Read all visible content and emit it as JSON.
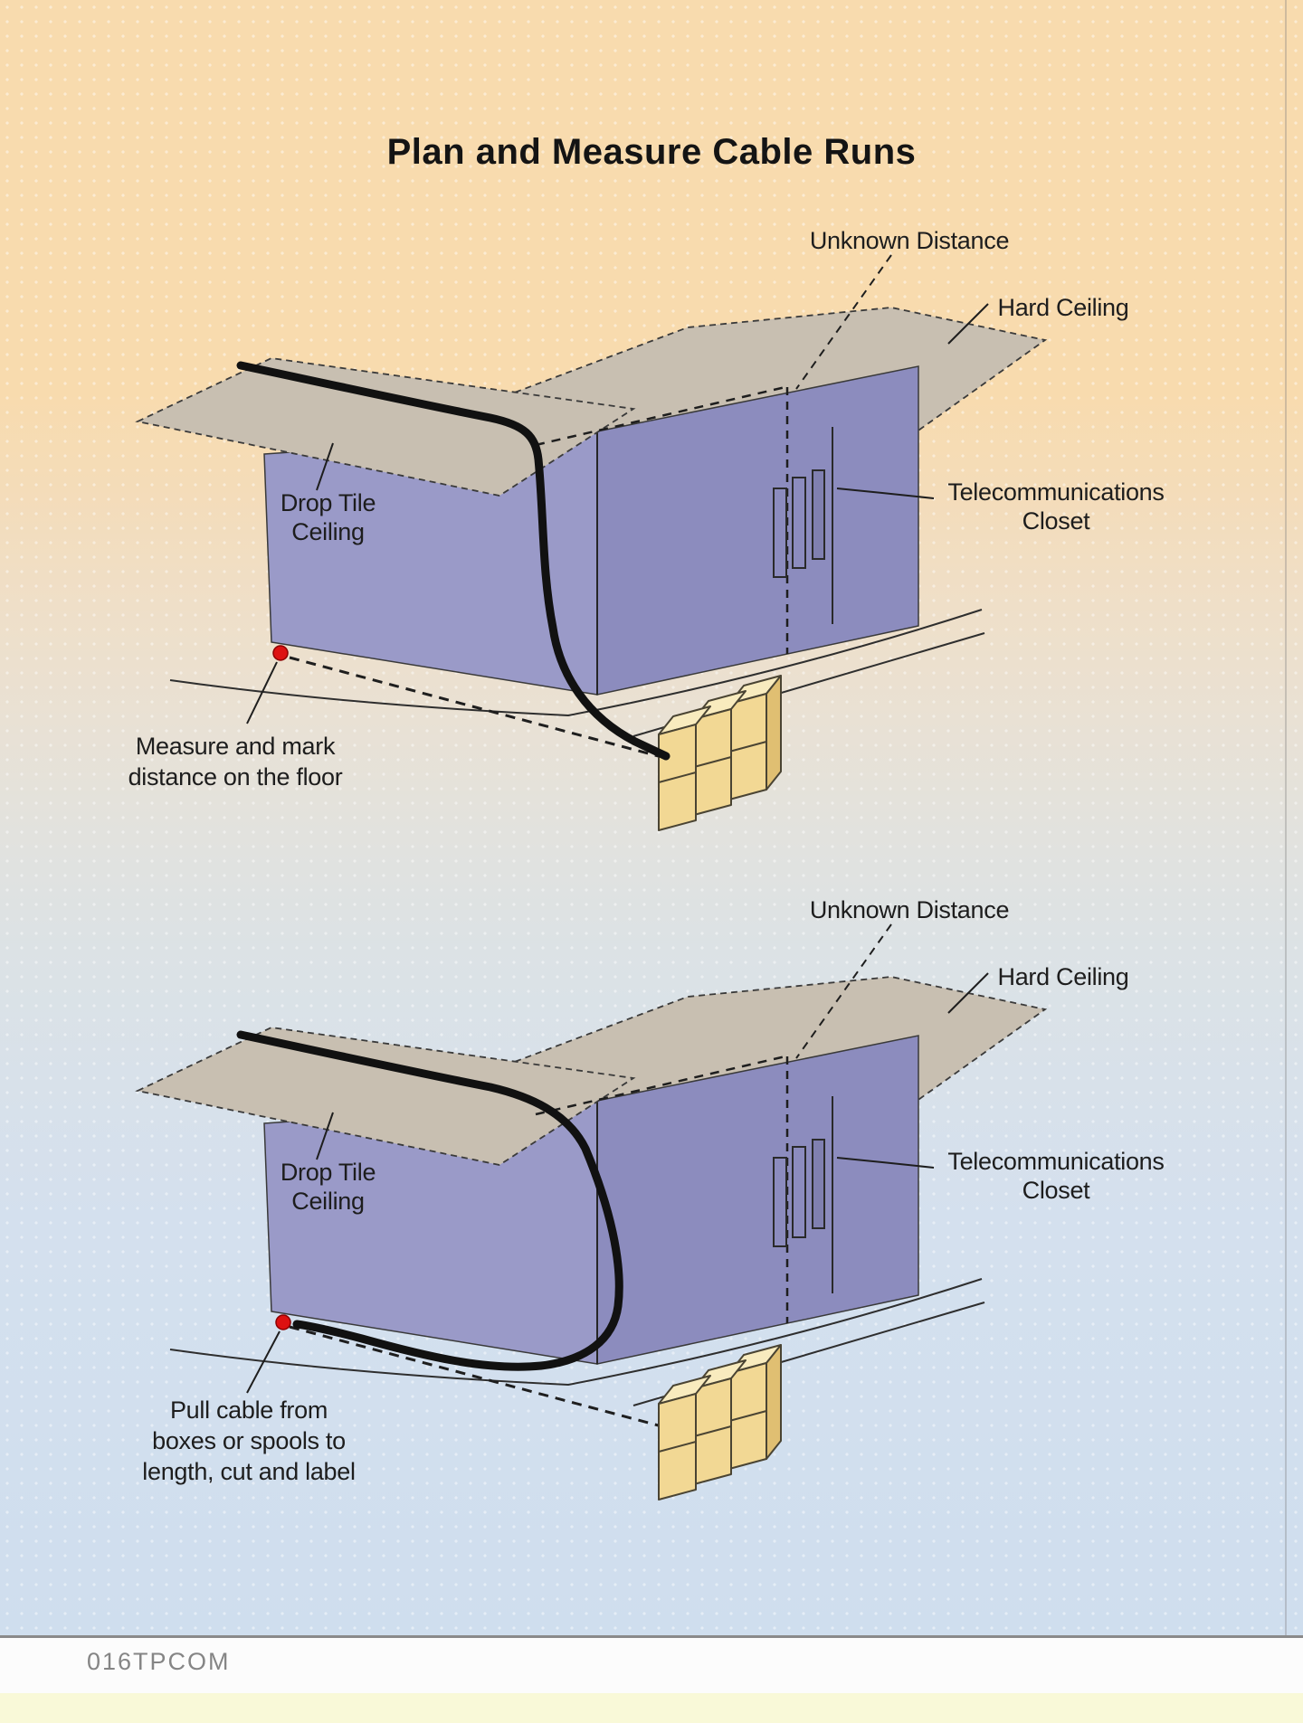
{
  "title": "Plan and Measure Cable Runs",
  "footer": {
    "code": "016TPCOM"
  },
  "colors": {
    "background_top": "#F8DBAE",
    "background_bottom": "#CFDEEE",
    "wall_left": "#9A9AC8",
    "wall_right": "#8C8CBE",
    "ceiling_tan": "#C8BFB1",
    "cable_black": "#111111",
    "marker_red": "#DD1111",
    "box_yellow": "#F2D894",
    "text": "#1D1D1D"
  },
  "diagrams": [
    {
      "id": "top",
      "labels": {
        "unknown_distance": "Unknown Distance",
        "hard_ceiling": "Hard Ceiling",
        "closet_lines": [
          "Telecommunications",
          "Closet"
        ],
        "drop_tile_lines": [
          "Drop Tile",
          "Ceiling"
        ],
        "caption_lines": [
          "Measure and mark",
          "distance on the floor"
        ]
      }
    },
    {
      "id": "bottom",
      "labels": {
        "unknown_distance": "Unknown Distance",
        "hard_ceiling": "Hard Ceiling",
        "closet_lines": [
          "Telecommunications",
          "Closet"
        ],
        "drop_tile_lines": [
          "Drop Tile",
          "Ceiling"
        ],
        "caption_lines": [
          "Pull cable from",
          "boxes or spools to",
          "length, cut and label"
        ]
      }
    }
  ]
}
